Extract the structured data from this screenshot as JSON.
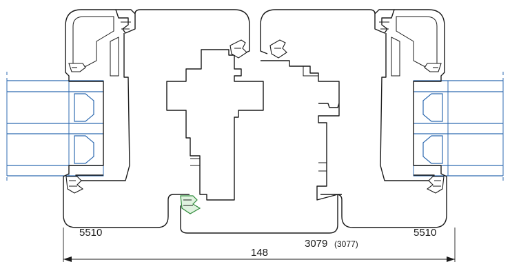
{
  "labels": {
    "left_profile": "5510",
    "center_profile": "3079",
    "center_profile_alt": "(3077)",
    "right_profile": "5510",
    "overall_width": "148"
  },
  "colors": {
    "outline": "#1a1a1a",
    "glass": "#2e6ab0",
    "gasket_highlight": "#2f8a3a"
  }
}
